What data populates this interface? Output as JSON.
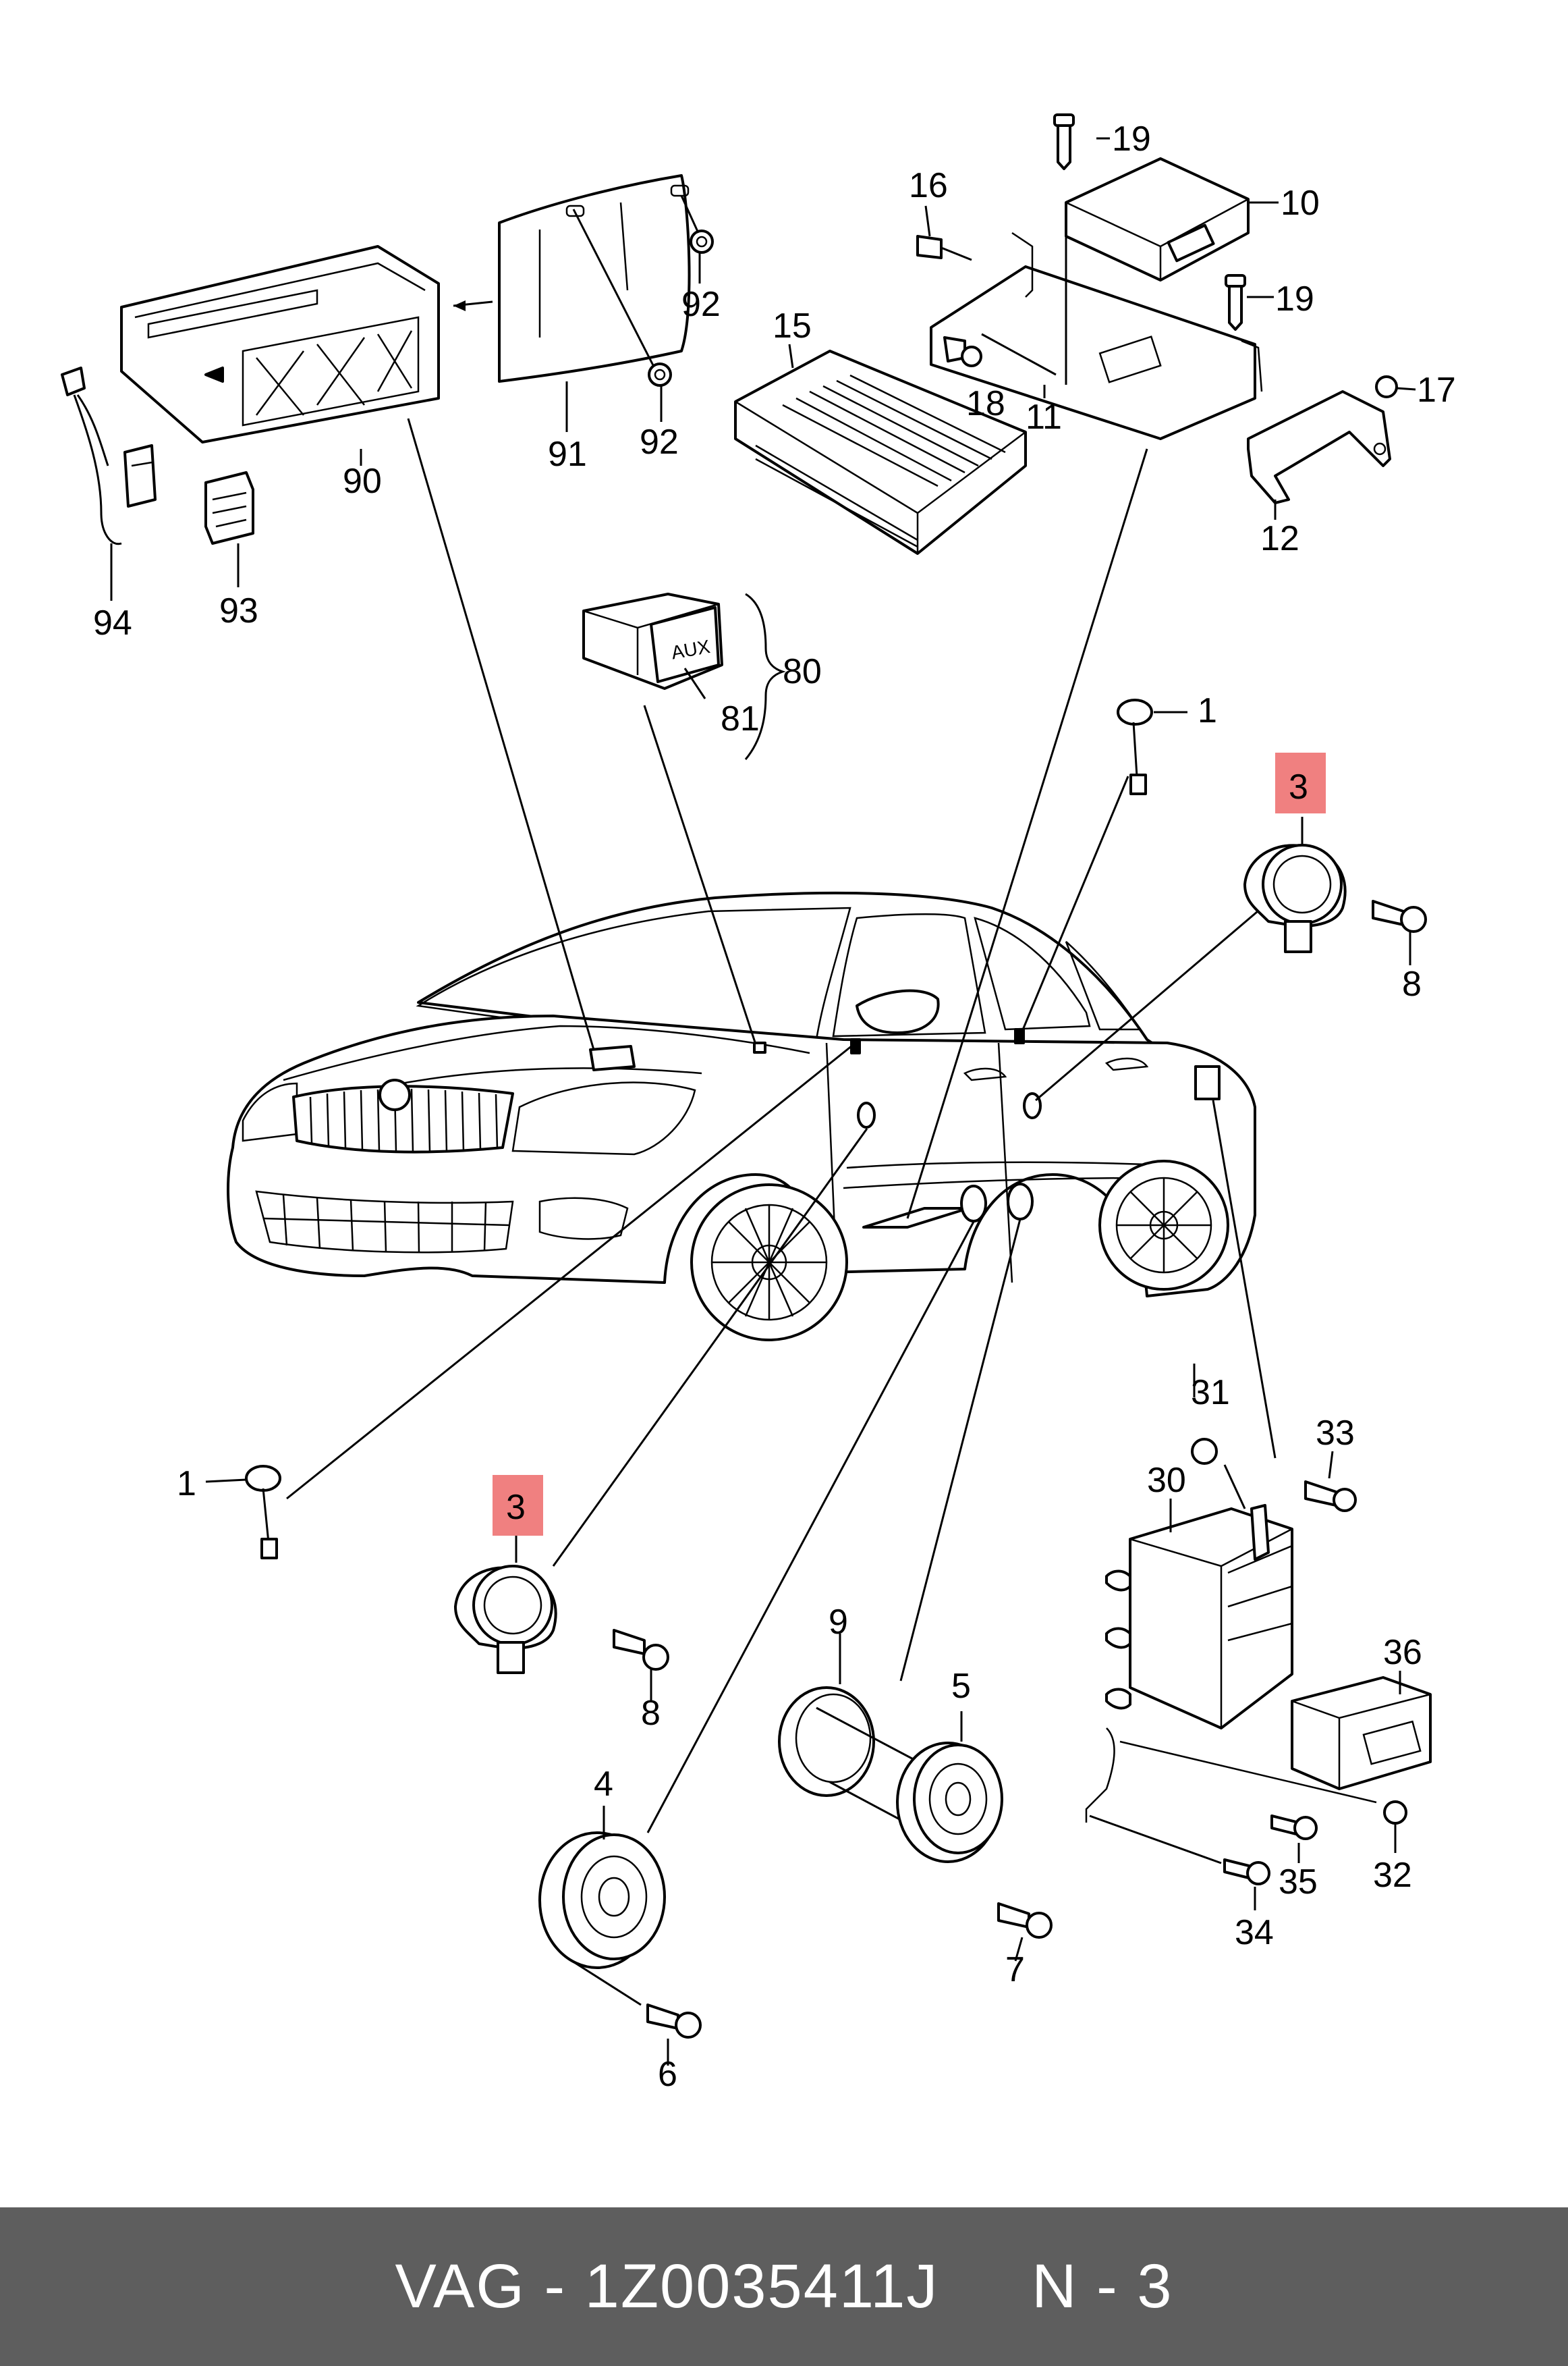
{
  "labels": {
    "l1a": "1",
    "l1b": "1",
    "l3a": "3",
    "l3b": "3",
    "l4": "4",
    "l5": "5",
    "l6": "6",
    "l7": "7",
    "l8a": "8",
    "l8b": "8",
    "l9": "9",
    "l10": "10",
    "l11": "11",
    "l12": "12",
    "l15": "15",
    "l16": "16",
    "l17": "17",
    "l18": "18",
    "l19a": "19",
    "l19b": "19",
    "l30": "30",
    "l31": "31",
    "l32": "32",
    "l33": "33",
    "l34": "34",
    "l35": "35",
    "l36": "36",
    "l80": "80",
    "l81": "81",
    "l90": "90",
    "l91": "91",
    "l92a": "92",
    "l92b": "92",
    "l93": "93",
    "l94": "94"
  },
  "aux_text": "AUX",
  "highlight_color": "#f08080",
  "footer": {
    "text": "VAG - 1Z0035411J     N - 3"
  }
}
